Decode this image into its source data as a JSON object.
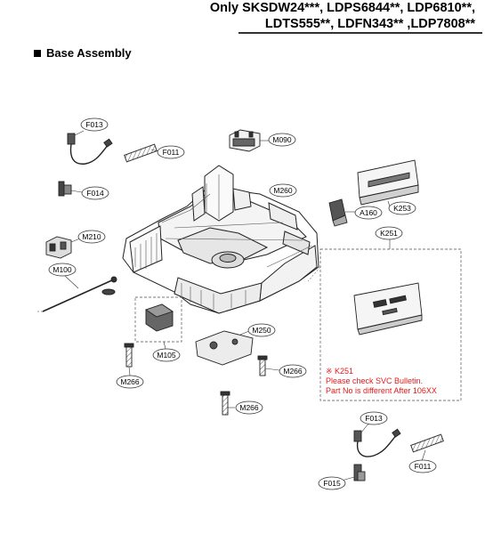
{
  "header": {
    "line1": "Only SKSDW24***, LDPS6844**, LDP6810**,",
    "line2": "LDTS555**, LDFN343** ,LDP7808**"
  },
  "section": {
    "title": "Base Assembly"
  },
  "labels": {
    "f013_top": "F013",
    "f011_top": "F011",
    "m090": "M090",
    "f014": "F014",
    "m260": "M260",
    "k253": "K253",
    "a160": "A160",
    "m210": "M210",
    "k251": "K251",
    "m100": "M100",
    "m105": "M105",
    "m250": "M250",
    "m266_left": "M266",
    "m266_right": "M266",
    "m266_bottom": "M266",
    "f013_bottom": "F013",
    "f011_bottom": "F011",
    "f015": "F015"
  },
  "note": {
    "line1": "※ K251",
    "line2": "Please check SVC Bulletin.",
    "line3": "Part No is different After 106XX"
  },
  "colors": {
    "note_text": "#e01b1b"
  }
}
